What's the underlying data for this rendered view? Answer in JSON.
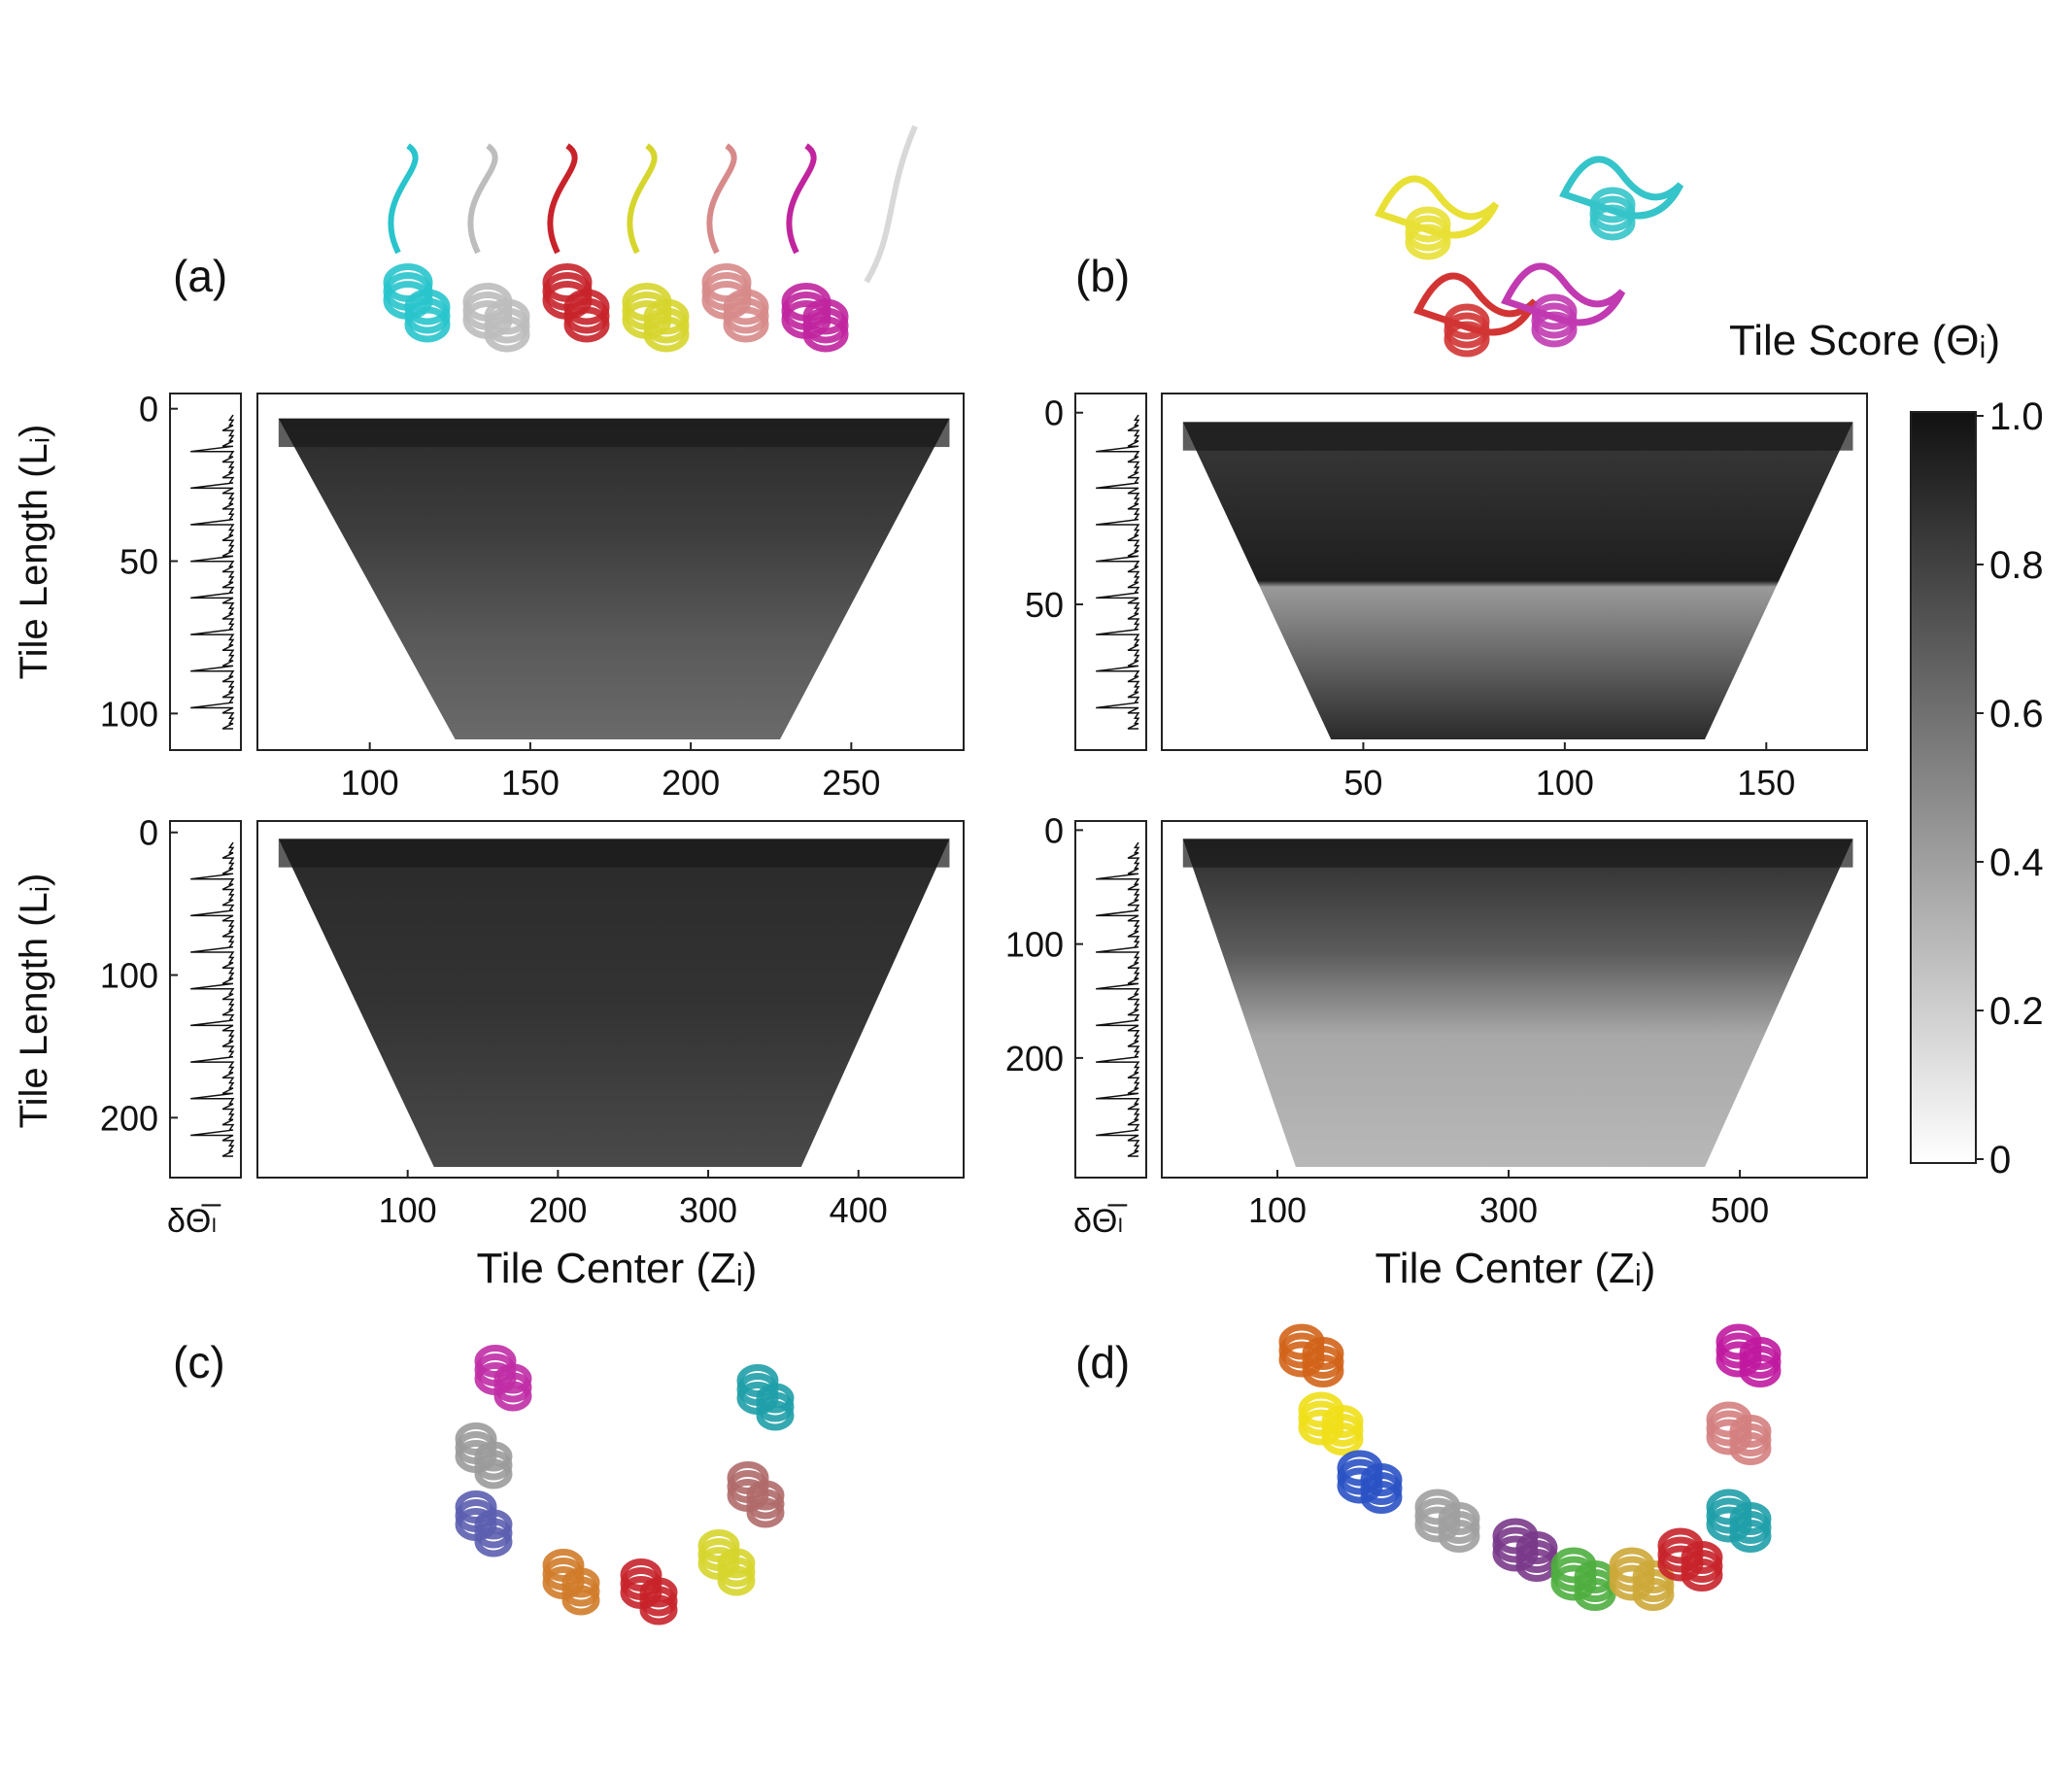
{
  "panels": [
    {
      "label": "(a)",
      "ylabel": "Tile Length (Lᵢ)",
      "yticks": [
        0,
        50,
        100
      ],
      "xticks": [
        100,
        150,
        200,
        250
      ],
      "xlim": [
        65,
        285
      ],
      "ylim": [
        -5,
        112
      ],
      "protein_colors": [
        "#29c4cc",
        "#bdbdbd",
        "#c8232b",
        "#d6d52e",
        "#d78a8a",
        "#c0259e",
        "#d8d8d8"
      ]
    },
    {
      "label": "(b)",
      "ylabel": "",
      "yticks": [
        0,
        50
      ],
      "xticks": [
        50,
        100,
        150
      ],
      "xlim": [
        0,
        175
      ],
      "ylim": [
        -5,
        88
      ],
      "protein_colors": [
        "#e8e035",
        "#d23434",
        "#c13ab1",
        "#35c4c9"
      ]
    },
    {
      "label": "(c)",
      "ylabel": "Tile Length (Lᵢ)",
      "yticks": [
        0,
        100,
        200
      ],
      "xticks": [
        100,
        200,
        300,
        400
      ],
      "xlim": [
        0,
        470
      ],
      "ylim": [
        -8,
        242
      ],
      "protein_colors": [
        "#c02ea6",
        "#9b9b9b",
        "#5c5eb0",
        "#d07c2a",
        "#c8232b",
        "#d6d52e",
        "#b06a6a",
        "#1f9fa8"
      ]
    },
    {
      "label": "(d)",
      "ylabel": "",
      "yticks": [
        0,
        100,
        200
      ],
      "xticks": [
        100,
        300,
        500
      ],
      "xlim": [
        0,
        610
      ],
      "ylim": [
        -8,
        305
      ],
      "protein_colors": [
        "#d2641a",
        "#f0df19",
        "#2a52c4",
        "#a0a0a0",
        "#7a3a8a",
        "#4fae3f",
        "#cda93a",
        "#c8232b",
        "#1f9fa8",
        "#d48080",
        "#c01aa0"
      ]
    }
  ],
  "side_label": "δΘ̅ₗ",
  "xlabel": "Tile Center (Zᵢ)",
  "colorbar": {
    "title": "Tile Score (Θᵢ)",
    "ticks": [
      "1.0",
      "0.8",
      "0.6",
      "0.4",
      "0.2",
      "0"
    ]
  },
  "chart_data": [
    {
      "type": "heatmap",
      "panel": "(a)",
      "x_range": [
        70,
        285
      ],
      "y_range": [
        5,
        107
      ],
      "xlabel": "Tile Center (Zᵢ)",
      "ylabel": "Tile Length (Lᵢ)",
      "colorscale": "white-to-black, 0 to 1"
    },
    {
      "type": "heatmap",
      "panel": "(b)",
      "x_range": [
        5,
        170
      ],
      "y_range": [
        5,
        85
      ],
      "xlabel": "Tile Center (Zᵢ)",
      "colorscale": "white-to-black, 0 to 1"
    },
    {
      "type": "heatmap",
      "panel": "(c)",
      "x_range": [
        5,
        465
      ],
      "y_range": [
        5,
        232
      ],
      "xlabel": "Tile Center (Zᵢ)",
      "ylabel": "Tile Length (Lᵢ)",
      "colorscale": "white-to-black, 0 to 1"
    },
    {
      "type": "heatmap",
      "panel": "(d)",
      "x_range": [
        5,
        605
      ],
      "y_range": [
        5,
        300
      ],
      "xlabel": "Tile Center (Zᵢ)",
      "colorscale": "white-to-black, 0 to 1"
    }
  ]
}
